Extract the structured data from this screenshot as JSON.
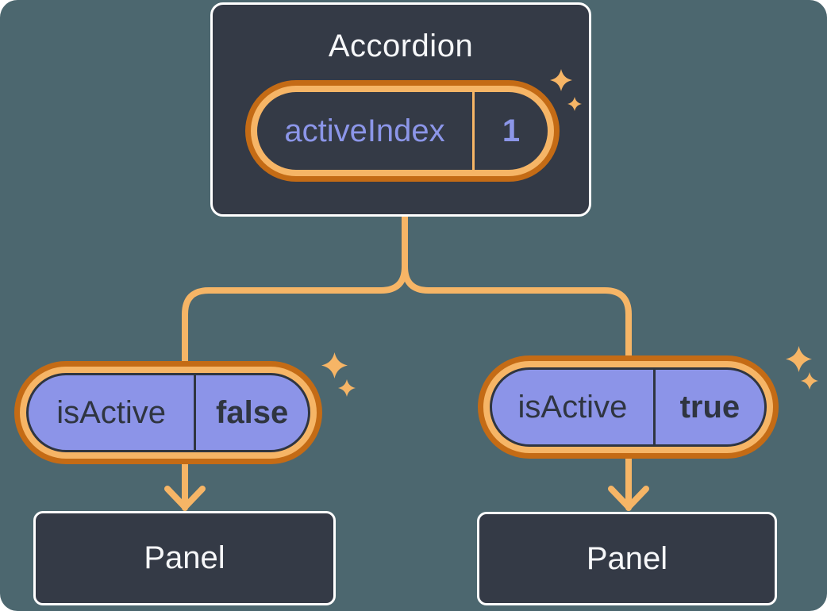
{
  "diagram": {
    "description": "React state tree: Accordion parent holds activeIndex state and passes isActive prop to two Panel children",
    "background_color": "#4c676f",
    "colors": {
      "node_fill": "#343a46",
      "node_border": "#ffffff",
      "ring_outer_orange": "#c46b15",
      "ring_inner_orange": "#f6b566",
      "connector_orange": "#f6b566",
      "pill_purple_fill": "#8c94e8",
      "purple_text": "#8c96e9",
      "dark_text": "#2f3540",
      "light_text": "#f6f7f9",
      "sparkle": "#f6b566"
    }
  },
  "accordion": {
    "title": "Accordion",
    "state": {
      "label": "activeIndex",
      "value": "1"
    }
  },
  "children": [
    {
      "prop": {
        "label": "isActive",
        "value": "false"
      },
      "panel_label": "Panel"
    },
    {
      "prop": {
        "label": "isActive",
        "value": "true"
      },
      "panel_label": "Panel"
    }
  ],
  "icons": {
    "sparkle": "four-point-star",
    "arrowhead": "down-chevron"
  }
}
